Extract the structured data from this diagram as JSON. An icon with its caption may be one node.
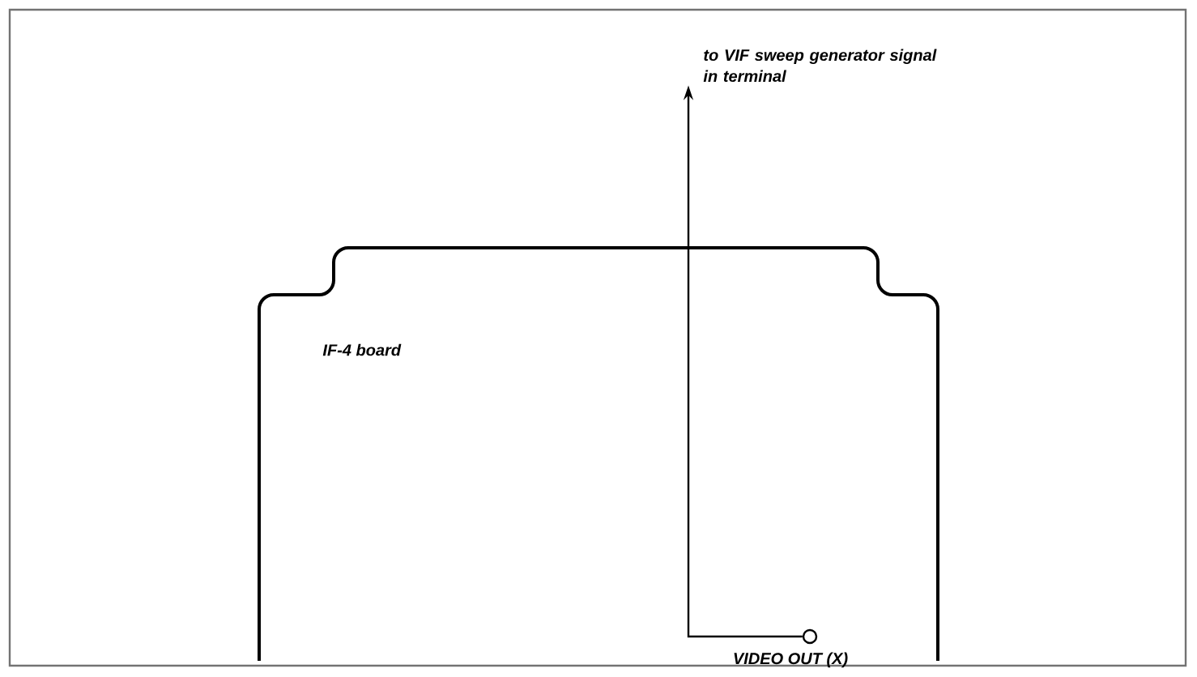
{
  "diagram": {
    "nodes": [
      {
        "text": [
          "to VIF sweep generator signal in terminal"
        ]
      },
      {
        "text": [
          "IF-4 board"
        ]
      },
      {
        "text": [],
        "shape": "circle",
        "in": 1,
        "beside": [
          "VIDEO OUT (X)"
        ]
      }
    ],
    "edges": [
      {
        "from": 2,
        "to": 0,
        "arrow": "to"
      }
    ]
  }
}
